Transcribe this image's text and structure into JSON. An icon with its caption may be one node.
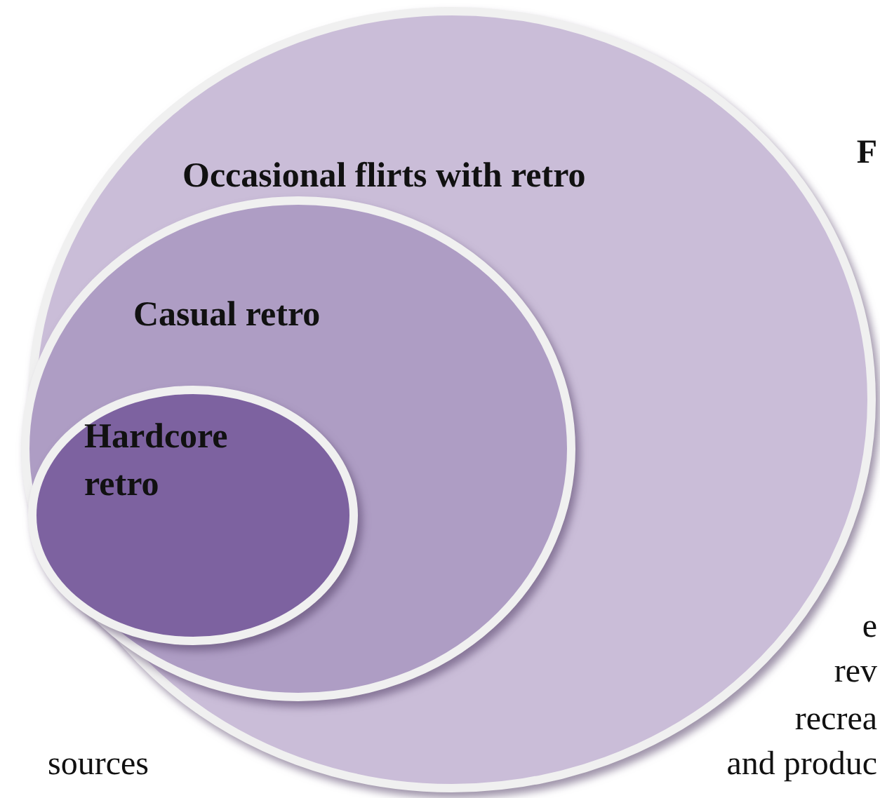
{
  "diagram": {
    "nodes": [
      {
        "text": [
          "Occasional flirts with retro"
        ]
      },
      {
        "text": [
          "Casual retro"
        ],
        "in": 0
      },
      {
        "text": [
          "Hardcore retro"
        ],
        "in": 1
      }
    ],
    "labels": [
      "F",
      "e",
      "rev",
      "recrea",
      "and produc",
      "sources"
    ]
  }
}
